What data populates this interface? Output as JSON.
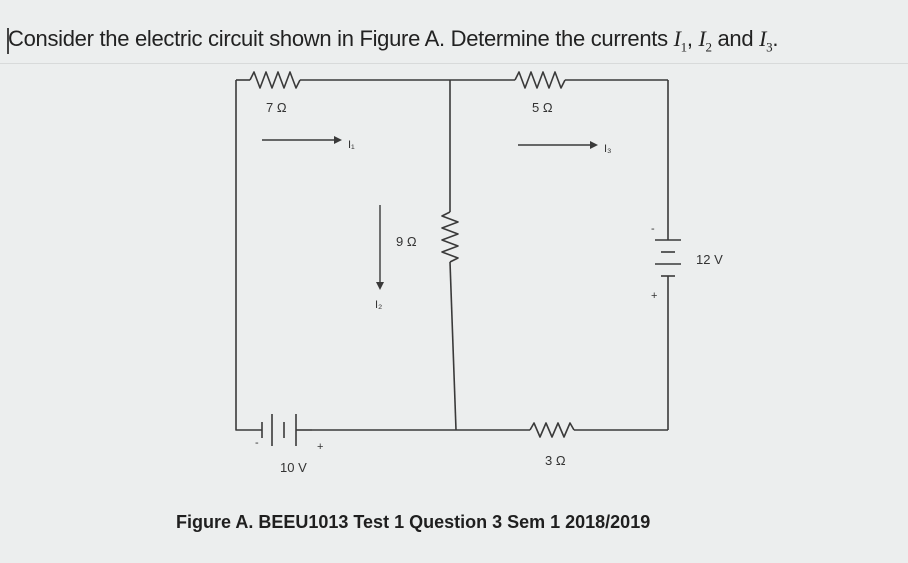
{
  "question": {
    "prefix": "Consider the electric circuit shown in Figure A. Determine the currents ",
    "currents": [
      {
        "symbol": "I",
        "sub": "1"
      },
      {
        "symbol": "I",
        "sub": "2"
      },
      {
        "symbol": "I",
        "sub": "3"
      }
    ],
    "sep1": ", ",
    "sep2": " and ",
    "suffix": "."
  },
  "circuit": {
    "r_left": "7 Ω",
    "r_top_right": "5 Ω",
    "r_middle": "9 Ω",
    "r_bottom": "3 Ω",
    "current_1": "I₁",
    "current_2": "I₂",
    "current_3": "I₃",
    "battery_left": "10 V",
    "battery_right": "12 V",
    "plus": "+",
    "minus": "-"
  },
  "caption": "Figure A. BEEU1013 Test 1 Question 3 Sem 1 2018/2019"
}
